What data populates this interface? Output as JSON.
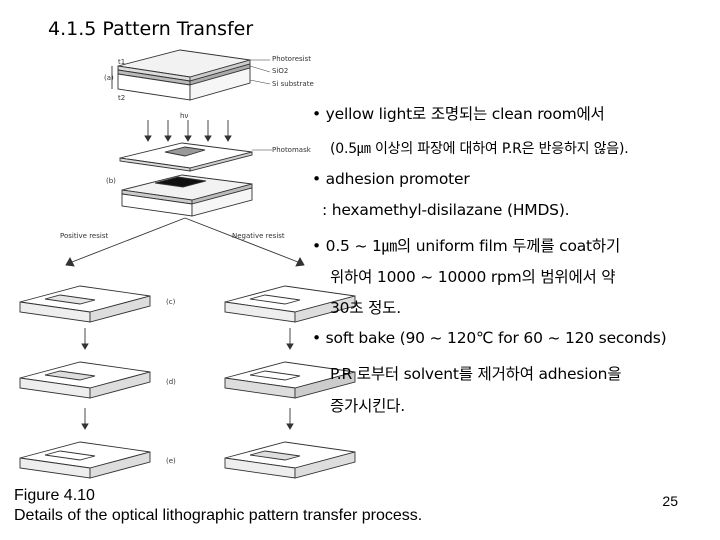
{
  "slide": {
    "title": "4.1.5 Pattern Transfer",
    "page_number": "25"
  },
  "figure": {
    "layer_labels": {
      "photoresist": "Photoresist",
      "sio2": "SiO2",
      "substrate": "Si substrate",
      "uv": "hν",
      "photomask": "Photomask",
      "positive": "Positive resist",
      "negative": "Negative resist"
    },
    "step_labels": {
      "a": "(a)",
      "b": "(b)",
      "c": "(c)",
      "d": "(d)",
      "e": "(e)"
    },
    "dim_labels": {
      "t1": "t1",
      "t2": "t2"
    },
    "caption": {
      "line1": "Figure 4.10",
      "line2": "Details of the optical lithographic pattern transfer process."
    }
  },
  "notes": {
    "lines": [
      "• yellow light로 조명되는 clean room에서",
      "(0.5㎛ 이상의 파장에 대하여 P.R은 반응하지 않음).",
      "• adhesion promoter",
      ": hexamethyl-disilazane (HMDS).",
      "• 0.5 ~ 1㎛의 uniform film 두께를 coat하기",
      "위하여 1000 ~ 10000 rpm의 범위에서 약",
      "30초 정도.",
      "• soft bake (90 ~ 120℃ for 60 ~ 120 seconds)",
      "P.R 로부터 solvent를 제거하여 adhesion을",
      "증가시킨다."
    ]
  }
}
